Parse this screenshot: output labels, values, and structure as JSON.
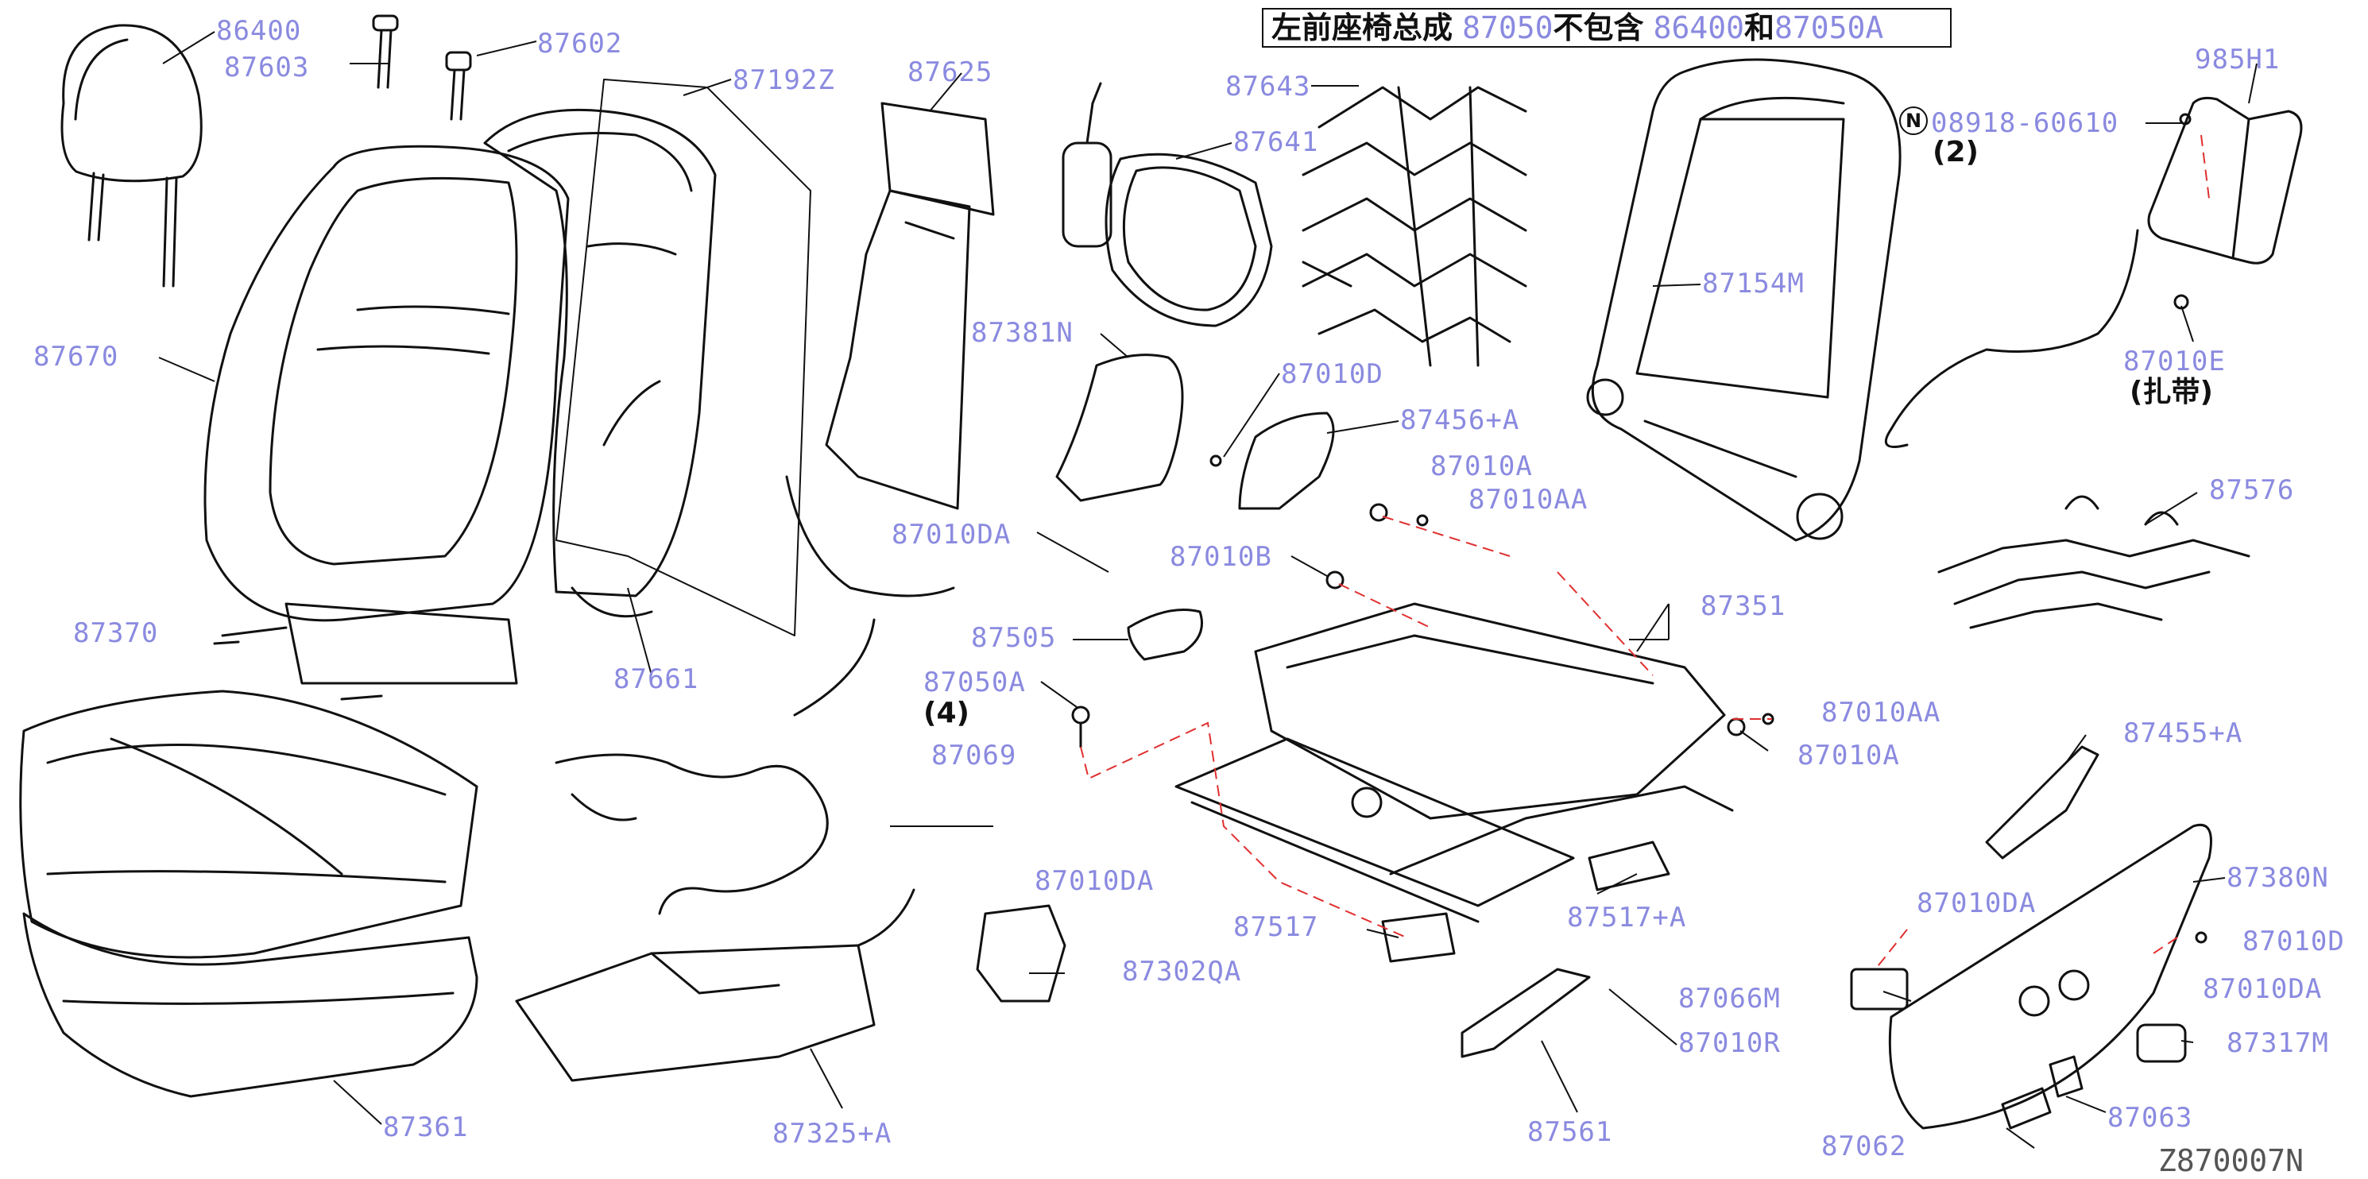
{
  "title": {
    "prefix": "左前座椅总成",
    "part_main": "87050",
    "mid": "不包含",
    "part_a": "86400",
    "conj": "和",
    "part_b": "87050A"
  },
  "notes": {
    "qty_2": "(2)",
    "qty_4": "(4)",
    "strap": "(扎带)",
    "n_mark": "N"
  },
  "diagram_code": "Z870007N",
  "parts": {
    "p86400": "86400",
    "p87603": "87603",
    "p87602": "87602",
    "p87192Z": "87192Z",
    "p87625": "87625",
    "p87643": "87643",
    "p87641": "87641",
    "p985H1": "985H1",
    "p08918": "08918-60610",
    "p87670": "87670",
    "p87381N": "87381N",
    "p87010D_top": "87010D",
    "p87456A": "87456+A",
    "p87154M": "87154M",
    "p87010E": "87010E",
    "p87576": "87576",
    "p87010A_top": "87010A",
    "p87010AA_top": "87010AA",
    "p87010DA_1": "87010DA",
    "p87010B": "87010B",
    "p87351": "87351",
    "p87370": "87370",
    "p87505": "87505",
    "p87661": "87661",
    "p87050A": "87050A",
    "p87069": "87069",
    "p87010AA_r": "87010AA",
    "p87010A_r": "87010A",
    "p87455A": "87455+A",
    "p87010DA_2": "87010DA",
    "p87302QA": "87302QA",
    "p87517": "87517",
    "p87517A": "87517+A",
    "p87010DA_3": "87010DA",
    "p87380N": "87380N",
    "p87010D_r": "87010D",
    "p87066M": "87066M",
    "p87010DA_4": "87010DA",
    "p87010R": "87010R",
    "p87317M": "87317M",
    "p87361": "87361",
    "p87325A": "87325+A",
    "p87561": "87561",
    "p87063": "87063",
    "p87062": "87062"
  }
}
